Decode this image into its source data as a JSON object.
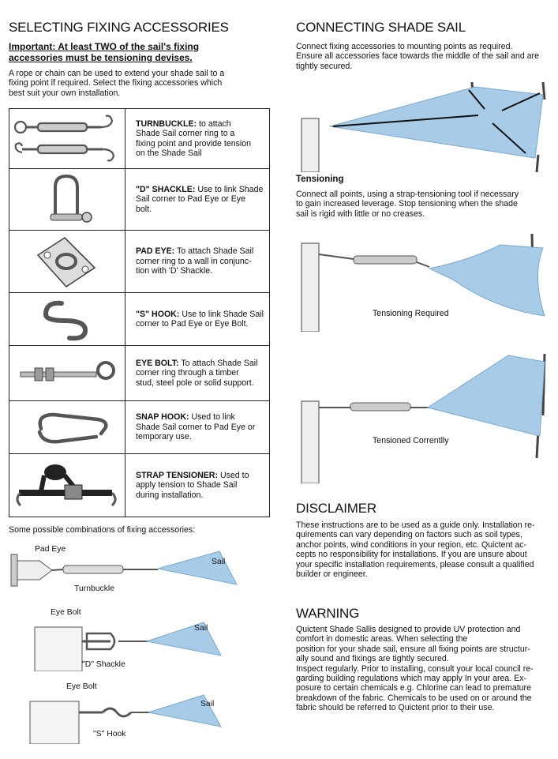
{
  "left": {
    "title": "SELECTING FIXING ACCESSORIES",
    "important_line1": "Important: At least TWO of the sail's fixing",
    "important_line2": "accessories must be tensioning devises.",
    "intro_lines": [
      "A rope or chain can be used to extend your shade sail to a",
      "fixing  point if required. Select the fixing  accessories which",
      "best suit your own installation."
    ],
    "accessories": [
      {
        "name": "TURNBUCKLE:",
        "lines": [
          "to attach",
          "Shade Sail corner ring to a",
          "fixing point and provide  tension",
          "on the Shade Sail"
        ]
      },
      {
        "name": "\"D\" SHACKLE:",
        "lines": [
          "Use to link Shade",
          "Sail corner to Pad Eye or Eye",
          "bolt."
        ]
      },
      {
        "name": "PAD EYE:",
        "lines": [
          "To attach Shade Sail",
          "corner ring to a wall in conjunc-",
          "tion with 'D' Shackle."
        ]
      },
      {
        "name": "\"S\" HOOK:",
        "lines": [
          "Use to link Shade Sail",
          "corner to Pad Eye or Eye Bolt."
        ]
      },
      {
        "name": "EYE BOLT:",
        "lines": [
          "To attach Shade Sail",
          "corner ring through a timber",
          "stud, steel pole or solid support."
        ]
      },
      {
        "name": "SNAP HOOK:",
        "lines": [
          "Used to link",
          "Shade Sail corner to Pad Eye or",
          "temporary use."
        ]
      },
      {
        "name": "STRAP TENSIONER:",
        "lines": [
          "Used to",
          "apply tension to Shade Sail",
          "during installation."
        ]
      }
    ],
    "combinations_label": "Some possible combinations of fixing accessories:",
    "combos": {
      "c1": {
        "pad_eye": "Pad Eye",
        "sail": "Sail",
        "turnbuckle": "Turnbuckle"
      },
      "c2": {
        "eye_bolt": "Eye Bolt",
        "sail": "Sail",
        "d_shackle": "\"D\" Shackle"
      },
      "c3": {
        "eye_bolt": "Eye Bolt",
        "sail": "Sail",
        "s_hook": "\"S\" Hook"
      }
    }
  },
  "right": {
    "connecting_title": "CONNECTING SHADE SAIL",
    "connecting_lines": [
      "Connect fixing  accessories to  mounting points as required.",
      "Ensure all accessories face towards the middle of the sail and are",
      "tightly secured."
    ],
    "tensioning_title": "Tensioning",
    "tensioning_lines": [
      "Connect all points, using a strap-tensioning tool if necessary",
      "to gain increased leverage. Stop tensioning when the shade",
      "sail is rigid with little or no creases."
    ],
    "caption_required": "Tensioning Required",
    "caption_correct": "Tensioned Correntlly",
    "disclaimer_title": "DISCLAIMER",
    "disclaimer_lines": [
      "These instructions are to be used as a guide only. Installation re-",
      "quirements can vary depending on factors  such as soil types,",
      "anchor points, wind conditions in your region, etc. Quictent ac-",
      "cepts no responsibility for installations.  If you are unsure about",
      "your specific installation requirements, please consult a qualified",
      "builder or engineer."
    ],
    "warning_title": "WARNING",
    "warning_lines": [
      "Quictent Shade Sallis designed to provide UV protection and",
      "comfort in domestic areas. When selecting the",
      "position for your shade sail, ensure all fixing points are structur-",
      "ally sound and fixings are tightly secured.",
      "Inspect regularly. Prior to installing, consult your local council re-",
      "garding building regulations which may apply In your area. Ex-",
      "posure to certain chemicals e.g. Chlorine can lead to premature",
      "breakdown of the fabric. Chemicals to be used on or around the",
      "fabric should be referred to Quictent prior to their use."
    ]
  }
}
